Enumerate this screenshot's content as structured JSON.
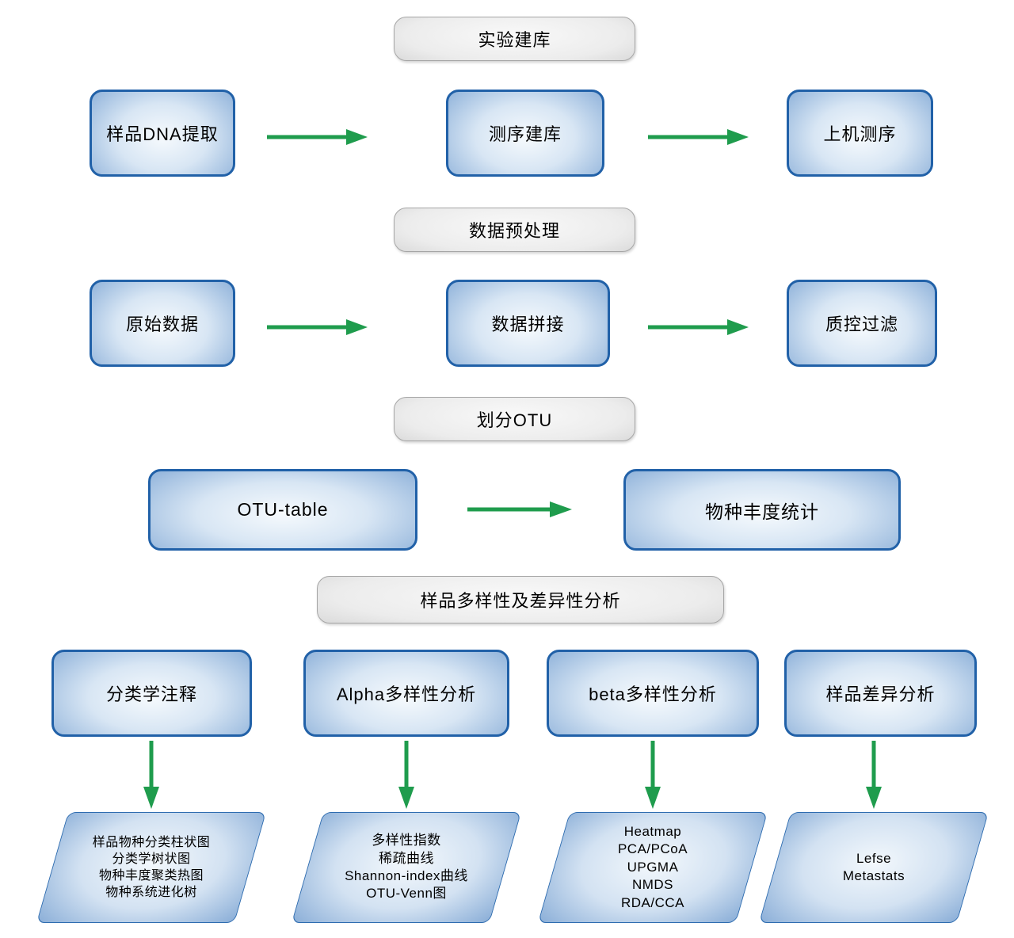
{
  "flow": {
    "headers": [
      "实验建库",
      "数据预处理",
      "划分OTU",
      "样品多样性及差异性分析"
    ],
    "row1": [
      "样品DNA提取",
      "测序建库",
      "上机测序"
    ],
    "row2": [
      "原始数据",
      "数据拼接",
      "质控过滤"
    ],
    "row3": [
      "OTU-table",
      "物种丰度统计"
    ],
    "row4": [
      "分类学注释",
      "Alpha多样性分析",
      "beta多样性分析",
      "样品差异分析"
    ],
    "outputs": [
      "样品物种分类柱状图\n分类学树状图\n物种丰度聚类热图\n物种系统进化树",
      "多样性指数\n稀疏曲线\nShannon-index曲线\nOTU-Venn图",
      "Heatmap\nPCA/PCoA\nUPGMA\nNMDS\nRDA/CCA",
      "Lefse\nMetastats"
    ],
    "colors": {
      "node_border": "#2161a8",
      "node_fill_edge": "#3f7cba",
      "node_fill_center": "#f6fafd",
      "header_fill_edge": "#979797",
      "header_fill_center": "#f9f9f9",
      "arrow_green": "#1f9c4d",
      "text": "#000000",
      "background": "#ffffff"
    }
  }
}
